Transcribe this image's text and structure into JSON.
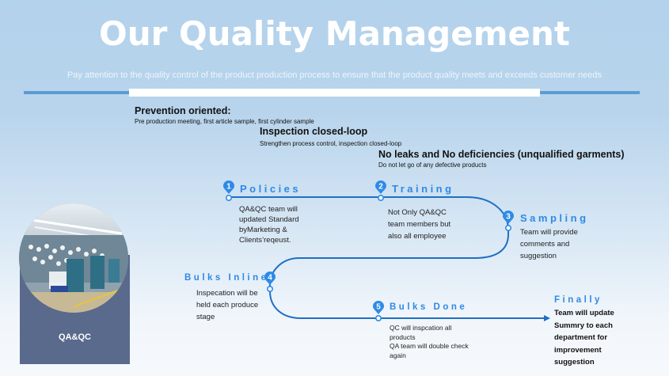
{
  "header": {
    "title": "Our Quality Management",
    "subtitle": "Pay attention to the quality control of the product production process to ensure that the product quality meets and exceeds customer needs"
  },
  "principles": [
    {
      "heading": "Prevention oriented:",
      "text": "Pre production meeting, first article sample, first cylinder sample"
    },
    {
      "heading": "Inspection closed-loop",
      "text": "Strengthen process control, inspection closed-loop"
    },
    {
      "heading": "No leaks and No deficiencies (unqualified garments)",
      "text": "Do not let go of any defective products"
    }
  ],
  "panel": {
    "label": "QA&QC",
    "image": "factory-knitting-machines-photo"
  },
  "steps": [
    {
      "number": "1",
      "title": "Policies",
      "lines": [
        "QA&QC team will",
        "updated Standard",
        "byMarketing &",
        "Clients’reqeust."
      ]
    },
    {
      "number": "2",
      "title": "Training",
      "lines": [
        "Not Only QA&QC",
        "team members but",
        "also all employee"
      ]
    },
    {
      "number": "3",
      "title": "Sampling",
      "lines": [
        "Team will provide",
        "comments and",
        "suggestion"
      ]
    },
    {
      "number": "4",
      "title": "Bulks Inline",
      "lines": [
        "Inspecation will be",
        "held each produce",
        "stage"
      ]
    },
    {
      "number": "5",
      "title": "Bulks Done",
      "lines": [
        "QC will inspcation all",
        "products",
        "QA team will double check",
        "again"
      ]
    }
  ],
  "final": {
    "title": "Finally",
    "lines": [
      "Team will update",
      "Summry to each",
      "department for",
      "improvement",
      "suggestion"
    ]
  },
  "colors": {
    "accent": "#2e8ae6",
    "path": "#1f6fc4",
    "panel": "#5a6a8c",
    "bar": "#5b9bd5"
  }
}
